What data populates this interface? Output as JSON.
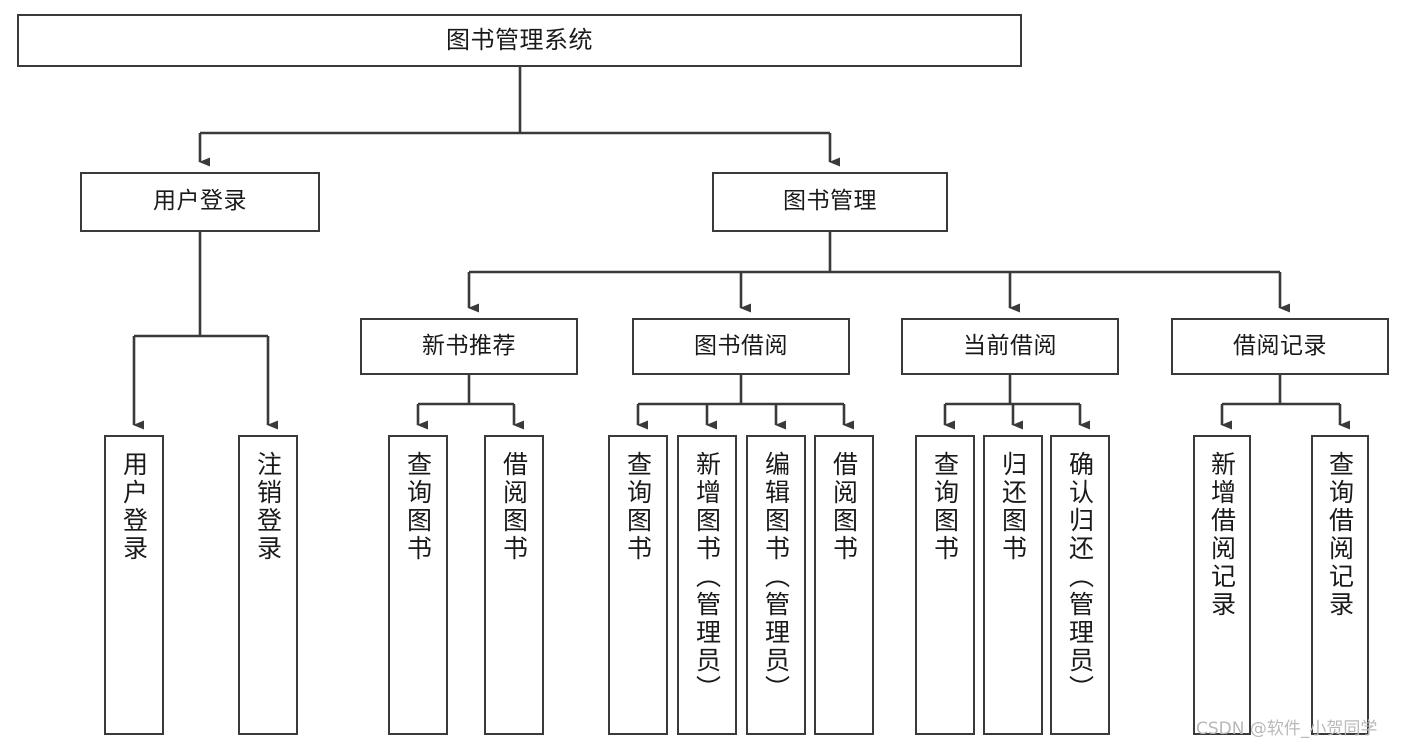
{
  "diagram": {
    "title": "图书管理系统",
    "type": "tree",
    "root": {
      "label": "图书管理系统"
    },
    "level1": [
      {
        "label": "用户登录"
      },
      {
        "label": "图书管理"
      }
    ],
    "level2": [
      {
        "label": "新书推荐",
        "parent": "图书管理"
      },
      {
        "label": "图书借阅",
        "parent": "图书管理"
      },
      {
        "label": "当前借阅",
        "parent": "图书管理"
      },
      {
        "label": "借阅记录",
        "parent": "图书管理"
      }
    ],
    "leaves": {
      "user_login": [
        {
          "label": "用户登录"
        },
        {
          "label": "注销登录"
        }
      ],
      "new_book_recommend": [
        {
          "label": "查询图书"
        },
        {
          "label": "借阅图书"
        }
      ],
      "book_borrow": [
        {
          "label": "查询图书"
        },
        {
          "label": "新增图书（管理员）"
        },
        {
          "label": "编辑图书（管理员）"
        },
        {
          "label": "借阅图书"
        }
      ],
      "current_borrow": [
        {
          "label": "查询图书"
        },
        {
          "label": "归还图书"
        },
        {
          "label": "确认归还（管理员）"
        }
      ],
      "borrow_record": [
        {
          "label": "新增借阅记录"
        },
        {
          "label": "查询借阅记录"
        }
      ]
    }
  },
  "watermark": {
    "text": "CSDN @软件_小贺同学"
  },
  "colors": {
    "box_border": "#3a3a3a",
    "box_fill": "#ffffff",
    "connector": "#3a3a3a",
    "text": "#1a1a1a",
    "watermark": "#b9b9b9"
  }
}
